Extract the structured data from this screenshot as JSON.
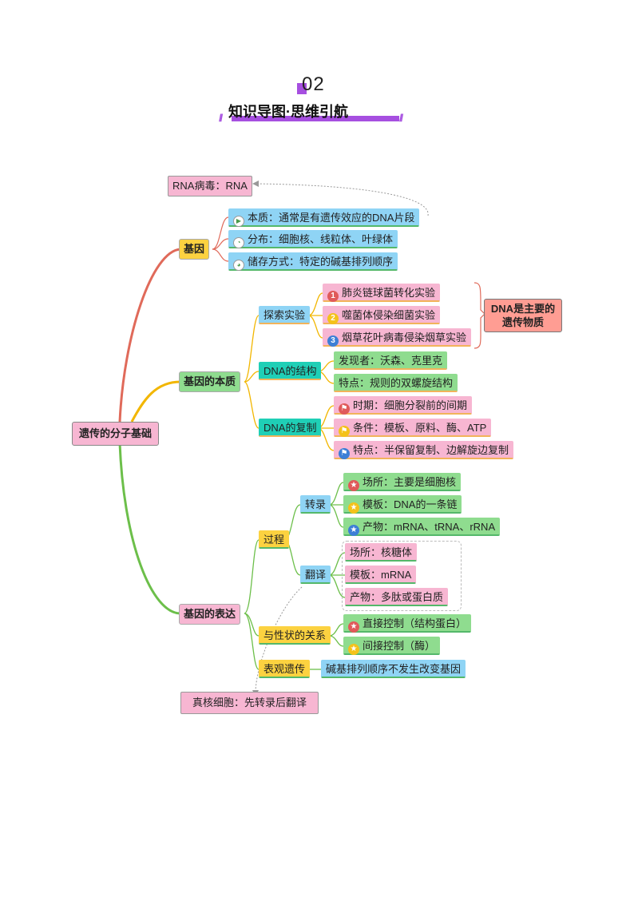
{
  "header": {
    "number": "02",
    "title": "知识导图·思维引航",
    "slash": "//"
  },
  "root": "遗传的分子基础",
  "virus_note": "RNA病毒：RNA",
  "eukaryote_note": "真核细胞：先转录后翻译",
  "gene": {
    "label": "基因",
    "items": [
      "本质：通常是有遗传效应的DNA片段",
      "分布：细胞核、线粒体、叶绿体",
      "储存方式：特定的碱基排列顺序"
    ]
  },
  "essence": {
    "label": "基因的本质",
    "explore": {
      "label": "探索实验",
      "items": [
        "肺炎链球菌转化实验",
        "噬菌体侵染细菌实验",
        "烟草花叶病毒侵染烟草实验"
      ],
      "markers": [
        "1",
        "2",
        "3"
      ],
      "conclusion": "DNA是主要的遗传物质"
    },
    "structure": {
      "label": "DNA的结构",
      "items": [
        "发现者：沃森、克里克",
        "特点：规则的双螺旋结构"
      ]
    },
    "replication": {
      "label": "DNA的复制",
      "items": [
        "时期：细胞分裂前的间期",
        "条件：模板、原料、酶、ATP",
        "特点：半保留复制、边解旋边复制"
      ]
    }
  },
  "expression": {
    "label": "基因的表达",
    "process": {
      "label": "过程",
      "transcription": {
        "label": "转录",
        "items": [
          "场所：主要是细胞核",
          "模板：DNA的一条链",
          "产物：mRNA、tRNA、rRNA"
        ]
      },
      "translation": {
        "label": "翻译",
        "items": [
          "场所：核糖体",
          "模板：mRNA",
          "产物：多肽或蛋白质"
        ]
      }
    },
    "trait": {
      "label": "与性状的关系",
      "items": [
        "直接控制（结构蛋白）",
        "间接控制（酶）"
      ]
    },
    "epigenetics": {
      "label": "表观遗传",
      "item": "碱基排列顺序不发生改变基因"
    }
  },
  "colors": {
    "purple": "#a64fe0",
    "red_branch": "#e06a5a",
    "orange_branch": "#f2b600",
    "green_branch": "#6cbf4a"
  }
}
